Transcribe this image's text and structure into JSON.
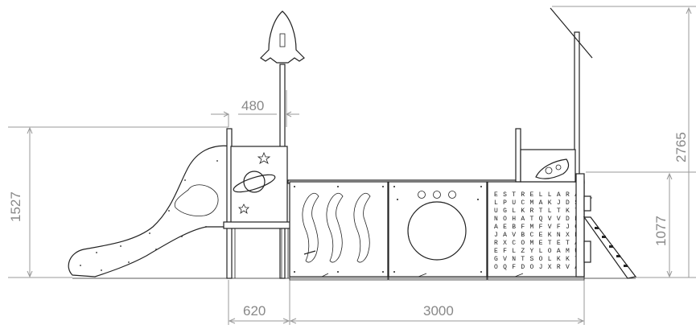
{
  "dimensions": {
    "top_width": "480",
    "left_height": "1527",
    "right_total_height": "2765",
    "right_platform_height": "1077",
    "bottom_left_width": "620",
    "bottom_total_width": "3000"
  },
  "word_search": {
    "rows": [
      "ESTRELLARA",
      "LPUCMAKJDS",
      "UGLKRTLTKT",
      "NOHATQVVDR",
      "AEBFMFVFJO",
      "JAVBCEKNXN",
      "RXCOMETETA",
      "EFLZYLOAMU",
      "GVNTSOLKKT",
      "OQFDOJXRVA"
    ]
  },
  "colors": {
    "line": "#222222",
    "dimension": "#9a9a9a",
    "dimension_text": "#888888",
    "background": "#ffffff"
  }
}
